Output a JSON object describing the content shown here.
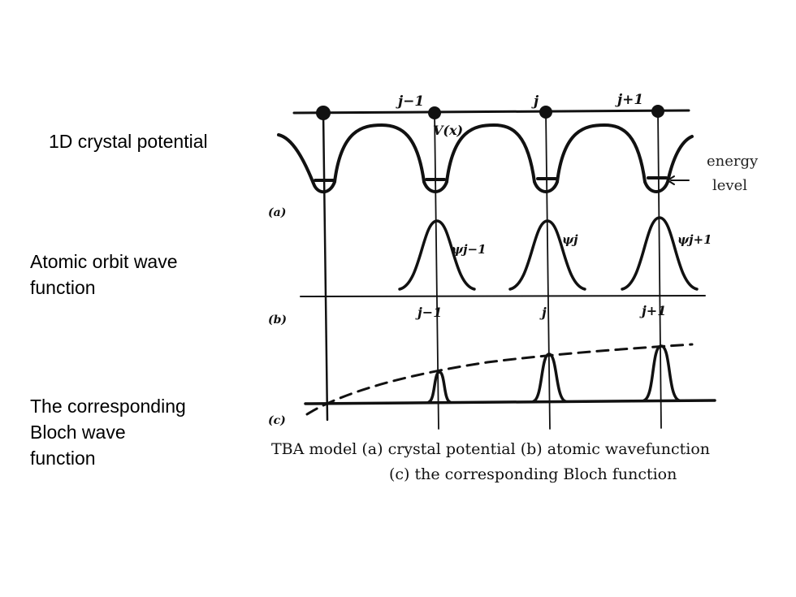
{
  "side_labels": {
    "potential": "1D crystal potential",
    "atomic_line1": "Atomic orbit wave",
    "atomic_line2": "function",
    "bloch_line1": "The corresponding",
    "bloch_line2": "Bloch wave",
    "bloch_line3": "function"
  },
  "figure": {
    "top_site_labels": [
      "j−1",
      "j",
      "j+1"
    ],
    "potential_label": "V(x)",
    "energy_label_line1": "energy",
    "energy_label_line2": "level",
    "panel_a": "(a)",
    "panel_b": "(b)",
    "panel_c": "(c)",
    "psi_labels": [
      "ψj−1",
      "ψj",
      "ψj+1"
    ],
    "mid_site_labels": [
      "j−1",
      "j",
      "j+1"
    ]
  },
  "caption": {
    "line1": "TBA model (a) crystal potential (b) atomic wavefunction",
    "line2": "(c) the corresponding Bloch function"
  },
  "colors": {
    "ink": "#111111",
    "background": "#ffffff"
  }
}
